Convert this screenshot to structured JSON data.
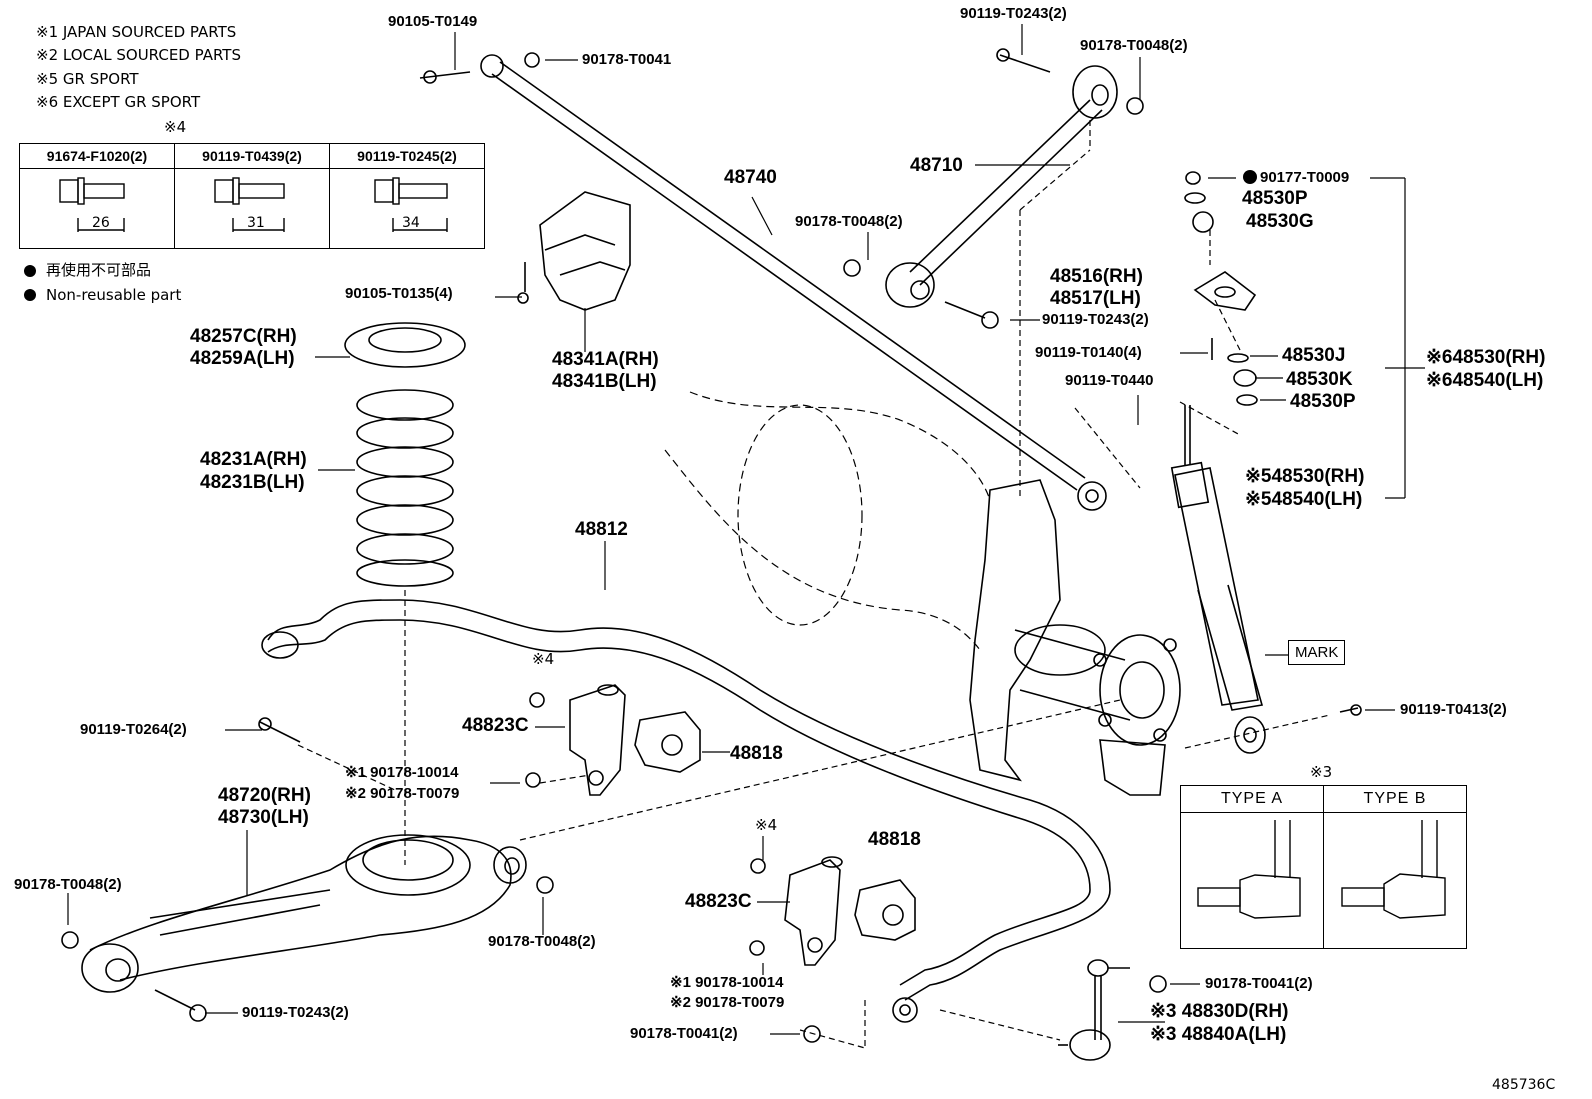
{
  "legend": {
    "lines": [
      "※1 JAPAN SOURCED PARTS",
      "※2 LOCAL SOURCED PARTS",
      "※5 GR SPORT",
      "※6 EXCEPT GR SPORT"
    ],
    "bullet_jp": "再使用不可部品",
    "bullet_en": "Non-reusable part"
  },
  "bolt_table": {
    "ref": "※4",
    "cols": [
      {
        "part": "91674-F1020(2)",
        "dim": "26"
      },
      {
        "part": "90119-T0439(2)",
        "dim": "31"
      },
      {
        "part": "90119-T0245(2)",
        "dim": "34"
      }
    ]
  },
  "type_table": {
    "ref": "※3",
    "headers": [
      "TYPE  A",
      "TYPE  B"
    ]
  },
  "mark_label": "MARK",
  "diagram_code": "485736C",
  "labels": {
    "p90105_T0149": "90105-T0149",
    "p90178_T0041": "90178-T0041",
    "p90119_T0243_top": "90119-T0243(2)",
    "p90178_T0048_top": "90178-T0048(2)",
    "p48740": "48740",
    "p48710": "48710",
    "p90178_T0048_mid": "90178-T0048(2)",
    "p90105_T0135": "90105-T0135(4)",
    "p48257C": "48257C(RH)",
    "p48259A": "48259A(LH)",
    "p48341A": "48341A(RH)",
    "p48341B": "48341B(LH)",
    "p90177_T0009": "90177-T0009",
    "p48530P_a": "48530P",
    "p48530G": "48530G",
    "p48516": "48516(RH)",
    "p48517": "48517(LH)",
    "p90119_T0243_mid": "90119-T0243(2)",
    "p90119_T0140": "90119-T0140(4)",
    "p48530J": "48530J",
    "p48530K": "48530K",
    "p48530P_b": "48530P",
    "p90119_T0440": "90119-T0440",
    "p6_48530": "※648530(RH)",
    "p6_48540": "※648540(LH)",
    "p48231A": "48231A(RH)",
    "p48231B": "48231B(LH)",
    "p48812": "48812",
    "p5_48530": "※548530(RH)",
    "p5_48540": "※548540(LH)",
    "p4_a": "※4",
    "p48823C_a": "48823C",
    "p48818_a": "48818",
    "p90119_T0264": "90119-T0264(2)",
    "p1_90178_10014_a": "※1 90178-10014",
    "p2_90178_T0079_a": "※2 90178-T0079",
    "p48720": "48720(RH)",
    "p48730": "48730(LH)",
    "p90119_T0413": "90119-T0413(2)",
    "p90178_T0048_left": "90178-T0048(2)",
    "p90178_T0048_arm": "90178-T0048(2)",
    "p4_b": "※4",
    "p48818_b": "48818",
    "p48823C_b": "48823C",
    "p1_90178_10014_b": "※1 90178-10014",
    "p2_90178_T0079_b": "※2 90178-T0079",
    "p90178_T0041_b": "90178-T0041(2)",
    "p90178_T0041_c": "90178-T0041(2)",
    "p3_48830D": "※3 48830D(RH)",
    "p3_48840A": "※3 48840A(LH)",
    "p90119_T0243_bot": "90119-T0243(2)"
  }
}
